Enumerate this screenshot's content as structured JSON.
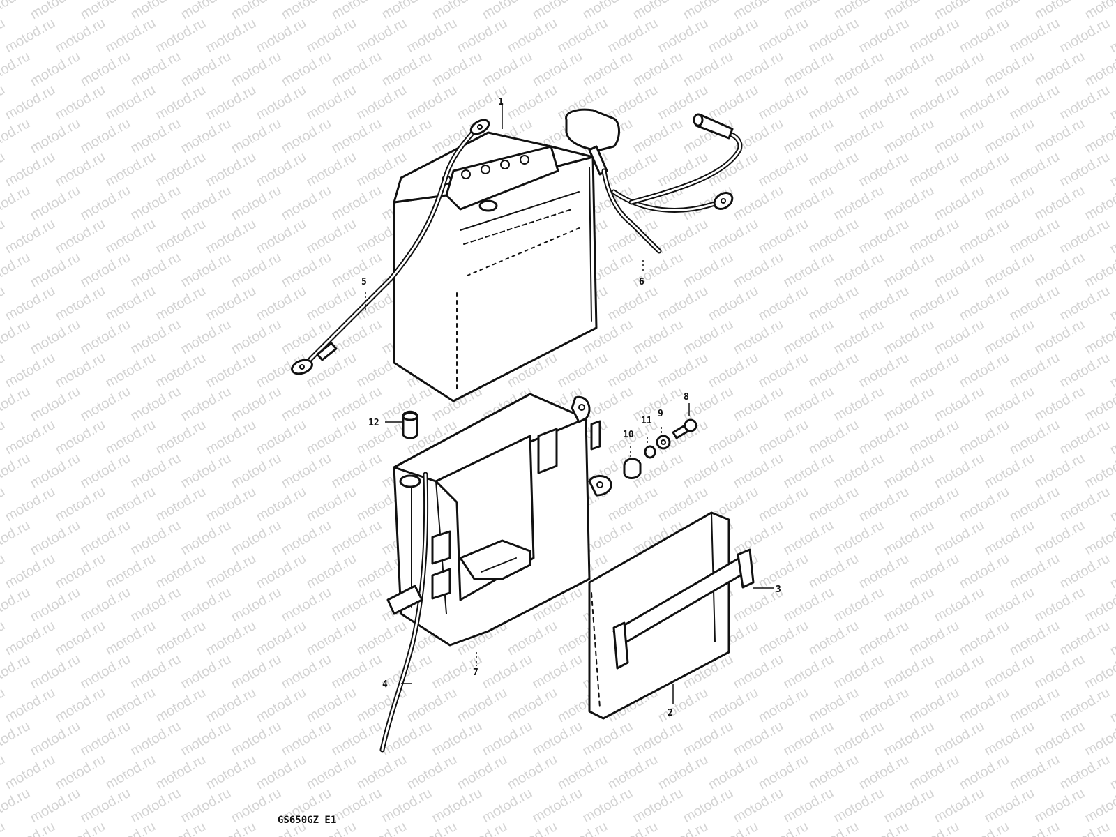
{
  "watermark": "motod.ru",
  "diagram_code": "GS650GZ E1",
  "callouts": {
    "p1": "1",
    "p2": "2",
    "p3": "3",
    "p4": "4",
    "p5": "5",
    "p6": "6",
    "p7": "7",
    "p8": "8",
    "p9": "9",
    "p10": "10",
    "p11": "11",
    "p12": "12"
  }
}
